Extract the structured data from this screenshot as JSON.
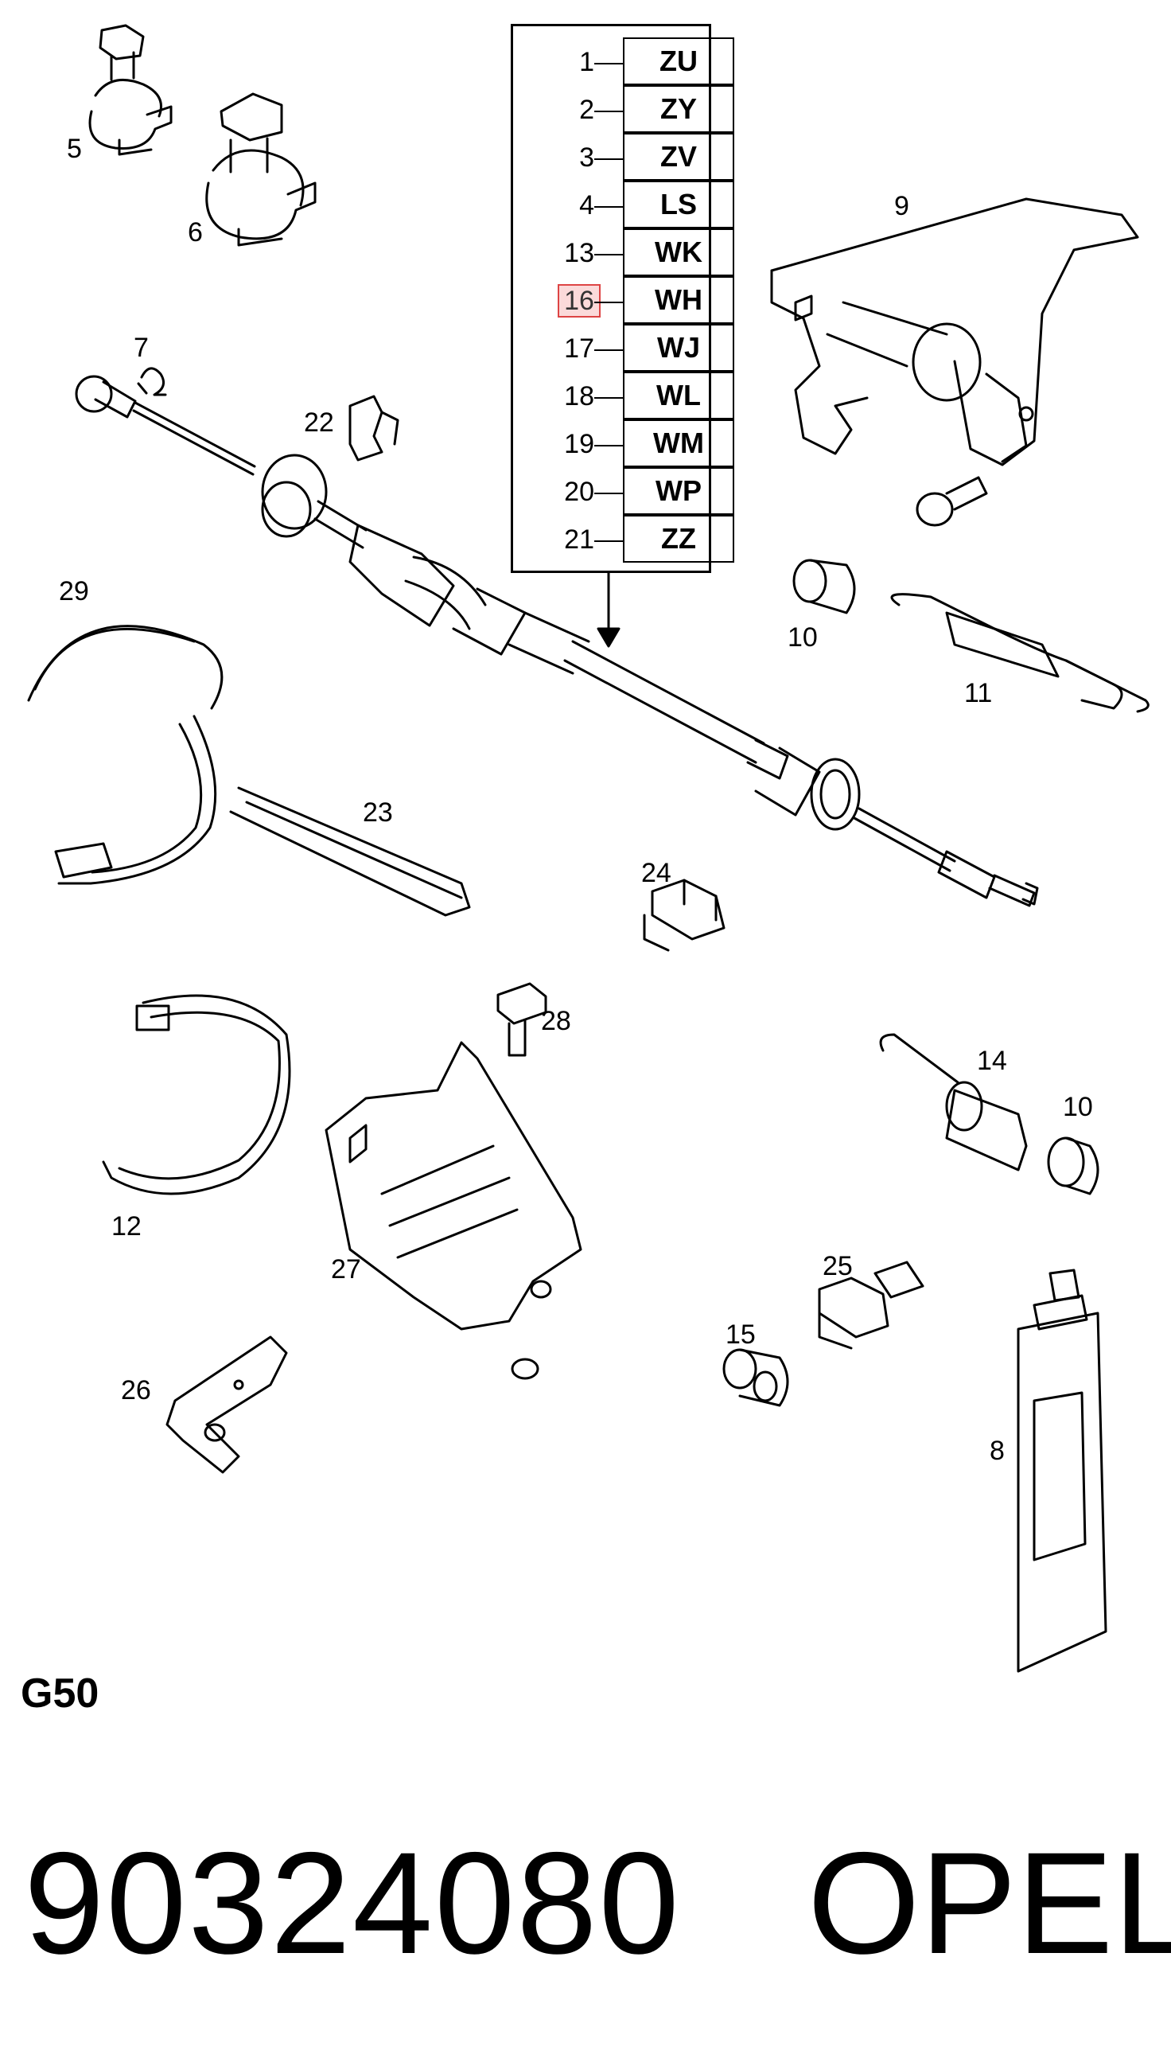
{
  "diagram_label": "G50",
  "part_number": "90324080",
  "brand": "OPEL",
  "highlight_color": "#d44444",
  "code_table": [
    {
      "num": "1",
      "code": "ZU"
    },
    {
      "num": "2",
      "code": "ZY"
    },
    {
      "num": "3",
      "code": "ZV"
    },
    {
      "num": "4",
      "code": "LS"
    },
    {
      "num": "13",
      "code": "WK"
    },
    {
      "num": "16",
      "code": "WH",
      "highlighted": true
    },
    {
      "num": "17",
      "code": "WJ"
    },
    {
      "num": "18",
      "code": "WL"
    },
    {
      "num": "19",
      "code": "WM"
    },
    {
      "num": "20",
      "code": "WP"
    },
    {
      "num": "21",
      "code": "ZZ"
    }
  ],
  "callouts": {
    "c5": "5",
    "c6": "6",
    "c7": "7",
    "c9": "9",
    "c10a": "10",
    "c10b": "10",
    "c11": "11",
    "c12": "12",
    "c14": "14",
    "c15": "15",
    "c22": "22",
    "c23": "23",
    "c24": "24",
    "c25": "25",
    "c26": "26",
    "c27": "27",
    "c28": "28",
    "c29": "29",
    "c8": "8"
  }
}
